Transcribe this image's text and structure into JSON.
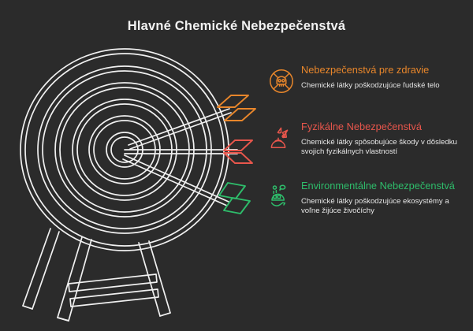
{
  "page": {
    "title": "Hlavné Chemické Nebezpečenstvá",
    "background_color": "#2b2b2b",
    "title_color": "#f2f2f2"
  },
  "illustration": {
    "name": "archery-target-with-three-arrows",
    "stroke_color": "#f0f0f0",
    "arrows": [
      {
        "name": "orange-arrow",
        "color": "#e8862b"
      },
      {
        "name": "red-arrow",
        "color": "#e8564c"
      },
      {
        "name": "green-arrow",
        "color": "#2ebd6b"
      }
    ]
  },
  "items": [
    {
      "id": "health",
      "icon": "skull-in-circle-icon",
      "heading": "Nebezpečenstvá pre zdravie",
      "description": "Chemické látky poškodzujúce ľudské telo",
      "color": "#e8862b"
    },
    {
      "id": "physical",
      "icon": "hard-hat-explosion-icon",
      "heading": "Fyzikálne Nebezpečenstvá",
      "description": "Chemické látky spôsobujúce škody v dôsledku svojich fyzikálnych vlastností",
      "color": "#e8564c"
    },
    {
      "id": "environmental",
      "icon": "dead-aquatic-life-icon",
      "heading": "Environmentálne Nebezpečenstvá",
      "description": "Chemické látky poškodzujúce ekosystémy a voľne žijúce živočíchy",
      "color": "#2ebd6b"
    }
  ]
}
